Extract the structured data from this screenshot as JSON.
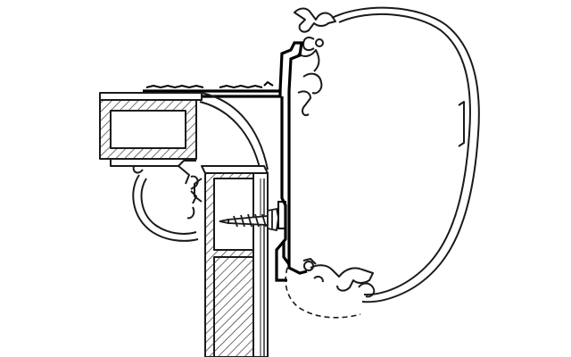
{
  "diagram": {
    "kind": "technical cross-section line drawing",
    "text_labels": [],
    "parts": {
      "awning_case": "awning-cassette-profile",
      "adapter": "mounting-adapter-bracket",
      "wall_profile": "vehicle-wall-profile",
      "roof_profile": "roof-edge-profile",
      "screw": "fixing-screw",
      "hidden_outline": "hidden-dashed-outline"
    },
    "colors": {
      "line": "#1a1a1a",
      "adapter": "#000000",
      "fill": "#ffffff",
      "hatch": "#333333"
    }
  }
}
